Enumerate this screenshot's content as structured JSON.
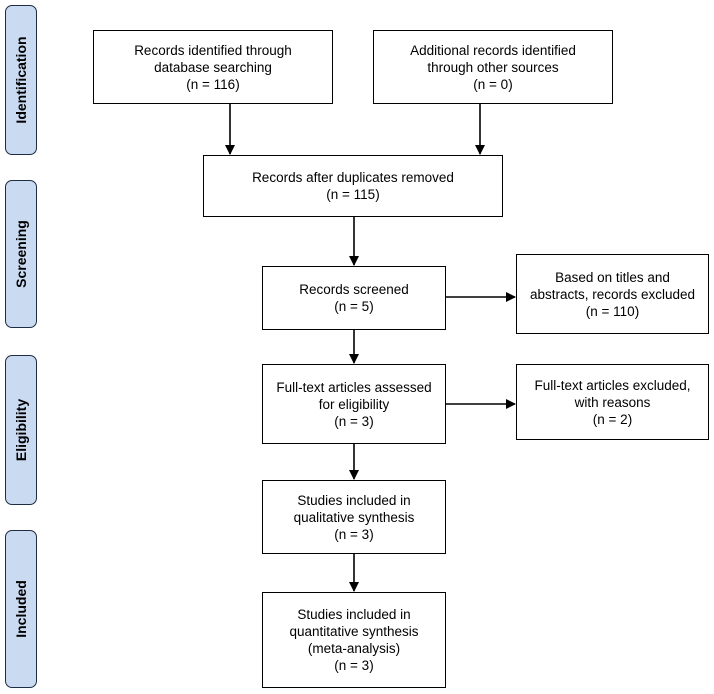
{
  "stages": {
    "identification": "Identification",
    "screening": "Screening",
    "eligibility": "Eligibility",
    "included": "Included"
  },
  "boxes": {
    "database": [
      "Records identified through",
      "database searching",
      "(n = 116)"
    ],
    "other_sources": [
      "Additional records identified",
      "through other sources",
      "(n = 0)"
    ],
    "duplicates_removed": [
      "Records after duplicates removed",
      "(n = 115)"
    ],
    "screened": [
      "Records screened",
      "(n = 5)"
    ],
    "excluded_screening": [
      "Based on titles and",
      "abstracts, records excluded",
      "(n = 110)"
    ],
    "full_text_assessed": [
      "Full-text articles assessed",
      "for eligibility",
      "(n = 3)"
    ],
    "full_text_excluded": [
      "Full-text articles excluded,",
      "with reasons",
      "(n = 2)"
    ],
    "qualitative": [
      "Studies included in",
      "qualitative synthesis",
      "(n = 3)"
    ],
    "quantitative": [
      "Studies included in",
      "quantitative synthesis",
      "(meta-analysis)",
      "(n = 3)"
    ]
  }
}
